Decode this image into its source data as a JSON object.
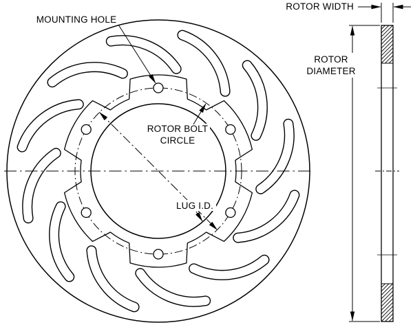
{
  "labels": {
    "mounting_hole": "MOUNTING HOLE",
    "rotor_bolt_circle_line1": "ROTOR BOLT",
    "rotor_bolt_circle_line2": "CIRCLE",
    "lug_id": "LUG I.D.",
    "rotor_width": "ROTOR WIDTH",
    "rotor_diameter_line1": "ROTOR",
    "rotor_diameter_line2": "DIAMETER"
  },
  "features": {
    "mounting_hole_count": 6,
    "slot_count": 12,
    "line_color": "#000000",
    "background_color": "#ffffff"
  }
}
